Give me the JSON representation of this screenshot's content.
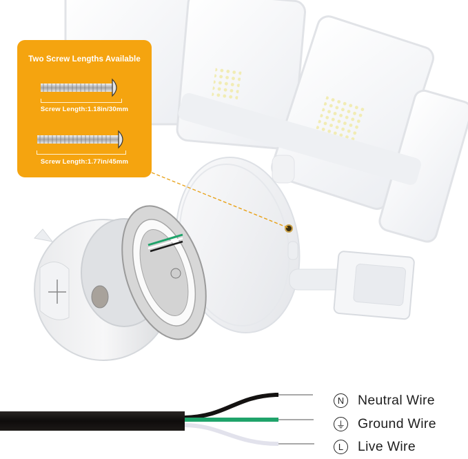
{
  "callout": {
    "title": "Two Screw Lengths Available",
    "background_color": "#f5a40f",
    "screws": [
      {
        "label": "Screw Length:1.18in/30mm",
        "length_in": 1.18,
        "length_mm": 30
      },
      {
        "label": "Screw Length:1.77in/45mm",
        "length_in": 1.77,
        "length_mm": 45
      }
    ]
  },
  "product": {
    "components": [
      "light-head-panels",
      "mounting-base",
      "motion-sensor",
      "mounting-plate",
      "junction-box",
      "screw-hole"
    ],
    "leader_line_color": "#e8a21a"
  },
  "wiring": {
    "wires": [
      {
        "symbol": "N",
        "label": "Neutral Wire",
        "color": "#1a1a1a"
      },
      {
        "symbol": "⏚",
        "label": "Ground Wire",
        "color": "#1fa36a"
      },
      {
        "symbol": "L",
        "label": "Live Wire",
        "color": "#e4e4ee"
      }
    ]
  }
}
